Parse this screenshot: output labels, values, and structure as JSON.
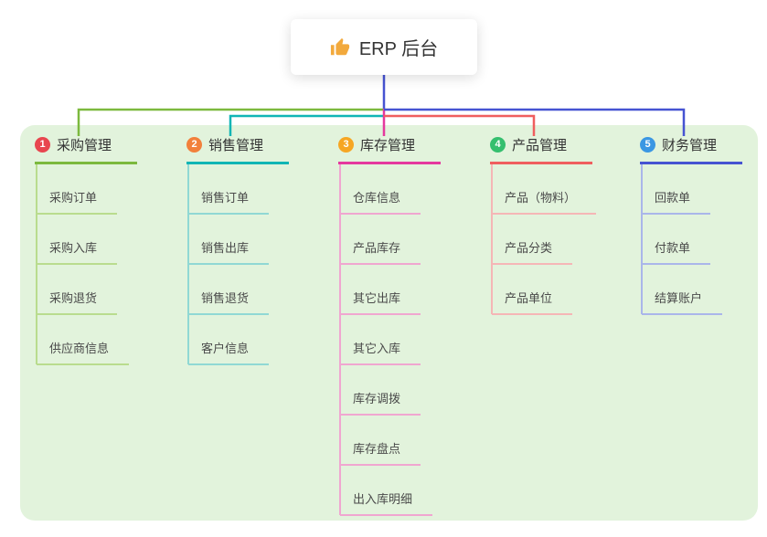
{
  "root": {
    "label": "ERP 后台",
    "icon": "thumbs-up",
    "icon_color": "#f2a93c"
  },
  "canvas_background": "#e2f3dc",
  "trunk_color": "#4653d2",
  "branches": [
    {
      "num": "1",
      "label": "采购管理",
      "line_color": "#7cb93e",
      "child_line_color": "#b9dc8e",
      "badge_color": "#e8464f",
      "children": [
        "采购订单",
        "采购入库",
        "采购退货",
        "供应商信息"
      ]
    },
    {
      "num": "2",
      "label": "销售管理",
      "line_color": "#10b5b5",
      "child_line_color": "#90d8d4",
      "badge_color": "#f2803b",
      "children": [
        "销售订单",
        "销售出库",
        "销售退货",
        "客户信息"
      ]
    },
    {
      "num": "3",
      "label": "库存管理",
      "line_color": "#e5399e",
      "child_line_color": "#f0a6d0",
      "badge_color": "#f6a623",
      "children": [
        "仓库信息",
        "产品库存",
        "其它出库",
        "其它入库",
        "库存调拨",
        "库存盘点",
        "出入库明细"
      ]
    },
    {
      "num": "4",
      "label": "产品管理",
      "line_color": "#ef5e5e",
      "child_line_color": "#f5b6b6",
      "badge_color": "#35bf6e",
      "children": [
        "产品（物料）",
        "产品分类",
        "产品单位"
      ]
    },
    {
      "num": "5",
      "label": "财务管理",
      "line_color": "#4653d2",
      "child_line_color": "#aab6ea",
      "badge_color": "#3b97e3",
      "children": [
        "回款单",
        "付款单",
        "结算账户"
      ]
    }
  ]
}
